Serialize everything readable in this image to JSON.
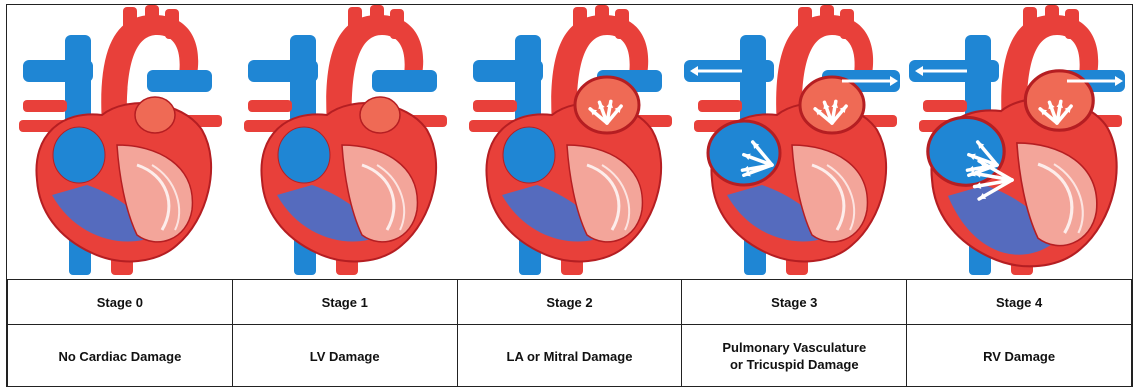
{
  "stages": [
    {
      "label": "Stage 0",
      "description": "No Cardiac Damage",
      "arrows": []
    },
    {
      "label": "Stage 1",
      "description": "LV Damage",
      "arrows": []
    },
    {
      "label": "Stage 2",
      "description": "LA or Mitral Damage",
      "arrows": [
        "left-atrium"
      ]
    },
    {
      "label": "Stage 3",
      "description": "Pulmonary Vasculature\nor Tricuspid Damage",
      "arrows": [
        "left-atrium",
        "right-atrium",
        "pulmonary-artery"
      ]
    },
    {
      "label": "Stage 4",
      "description": "RV Damage",
      "arrows": [
        "left-atrium",
        "right-atrium",
        "pulmonary-artery",
        "right-ventricle"
      ]
    }
  ],
  "colors": {
    "heart_red": "#e8403a",
    "heart_dark": "#b51e22",
    "vessel_blue": "#1f86d4",
    "chamber_blue": "#3b73d6",
    "muscle_pink": "#f3a59a",
    "arrow_white": "#ffffff"
  }
}
